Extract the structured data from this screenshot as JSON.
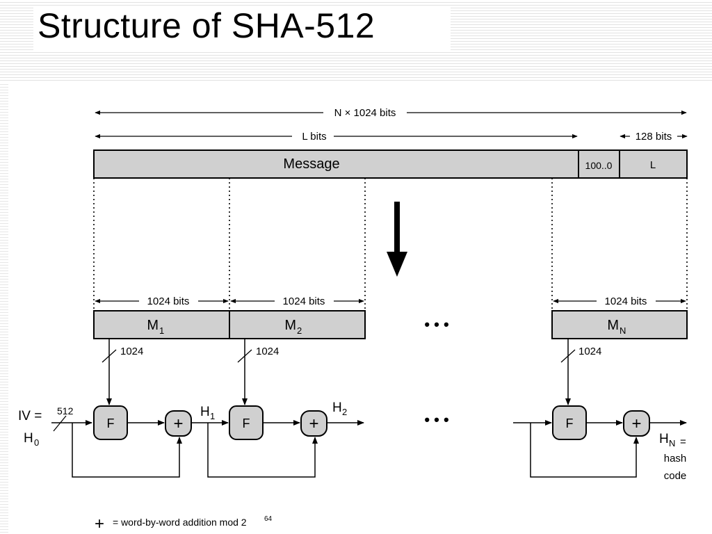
{
  "title": "Structure of SHA-512",
  "diagram": {
    "total_label": "N × 1024 bits",
    "message_bits_label": "L bits",
    "length_field_bits_label": "128 bits",
    "message_label": "Message",
    "padding_label": "100..0",
    "length_label": "L",
    "block_bits_label": "1024  bits",
    "block_names": {
      "m1": "M",
      "m1_sub": "1",
      "m2": "M",
      "m2_sub": "2",
      "mn": "M",
      "mn_sub": "N"
    },
    "input_width_label": "1024",
    "iv_label": "IV =",
    "h0": "H",
    "h0_sub": "0",
    "iv_width_label": "512",
    "f_label": "F",
    "plus_symbol": "+",
    "h1": "H",
    "h1_sub": "1",
    "h2": "H",
    "h2_sub": "2",
    "hn": "H",
    "hn_sub": "N",
    "hn_eq": "=",
    "hash_line1": "hash",
    "hash_line2": "code",
    "ellipsis": "• • •",
    "legend_text": "= word-by-word addition mod 2",
    "legend_exp": "64"
  }
}
